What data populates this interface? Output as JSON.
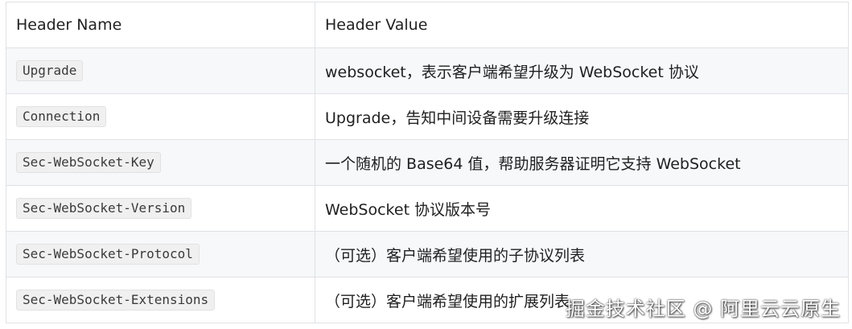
{
  "table": {
    "headers": [
      "Header Name",
      "Header Value"
    ],
    "rows": [
      {
        "name": "Upgrade",
        "value": "websocket，表示客户端希望升级为 WebSocket 协议"
      },
      {
        "name": "Connection",
        "value": "Upgrade，告知中间设备需要升级连接"
      },
      {
        "name": "Sec-WebSocket-Key",
        "value": "一个随机的 Base64 值，帮助服务器证明它支持 WebSocket"
      },
      {
        "name": "Sec-WebSocket-Version",
        "value": "WebSocket 协议版本号"
      },
      {
        "name": "Sec-WebSocket-Protocol",
        "value": "（可选）客户端希望使用的子协议列表"
      },
      {
        "name": "Sec-WebSocket-Extensions",
        "value": "（可选）客户端希望使用的扩展列表"
      }
    ]
  },
  "watermark": "掘金技术社区 @ 阿里云云原生"
}
